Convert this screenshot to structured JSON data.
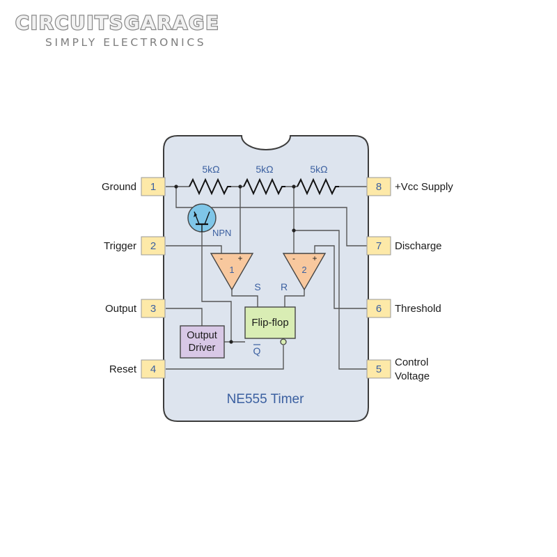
{
  "logo": {
    "brand": "CIRCUITSGARAGE",
    "tagline": "SIMPLY ELECTRONICS"
  },
  "chip": {
    "title": "NE555 Timer"
  },
  "resistors": [
    {
      "label": "5kΩ"
    },
    {
      "label": "5kΩ"
    },
    {
      "label": "5kΩ"
    }
  ],
  "transistor": {
    "label": "NPN"
  },
  "comparators": [
    {
      "number": "1",
      "minus": "-",
      "plus": "+"
    },
    {
      "number": "2",
      "minus": "-",
      "plus": "+"
    }
  ],
  "flipflop": {
    "label": "Flip-flop",
    "set": "S",
    "reset": "R",
    "qbar": "Q"
  },
  "output_driver": {
    "line1": "Output",
    "line2": "Driver"
  },
  "pins": [
    {
      "number": "1",
      "label": "Ground"
    },
    {
      "number": "2",
      "label": "Trigger"
    },
    {
      "number": "3",
      "label": "Output"
    },
    {
      "number": "4",
      "label": "Reset"
    },
    {
      "number": "5",
      "label": "Control",
      "label2": "Voltage"
    },
    {
      "number": "6",
      "label": "Threshold"
    },
    {
      "number": "7",
      "label": "Discharge"
    },
    {
      "number": "8",
      "label": "+Vcc Supply"
    }
  ],
  "colors": {
    "chip_fill": "#dde4ee",
    "pin_fill": "#fde9a8",
    "comparator_fill": "#f8c89e",
    "flipflop_fill": "#d9edb4",
    "driver_fill": "#d8c8e6",
    "transistor_fill": "#7fc6e8",
    "label_blue": "#3a5fa0"
  }
}
